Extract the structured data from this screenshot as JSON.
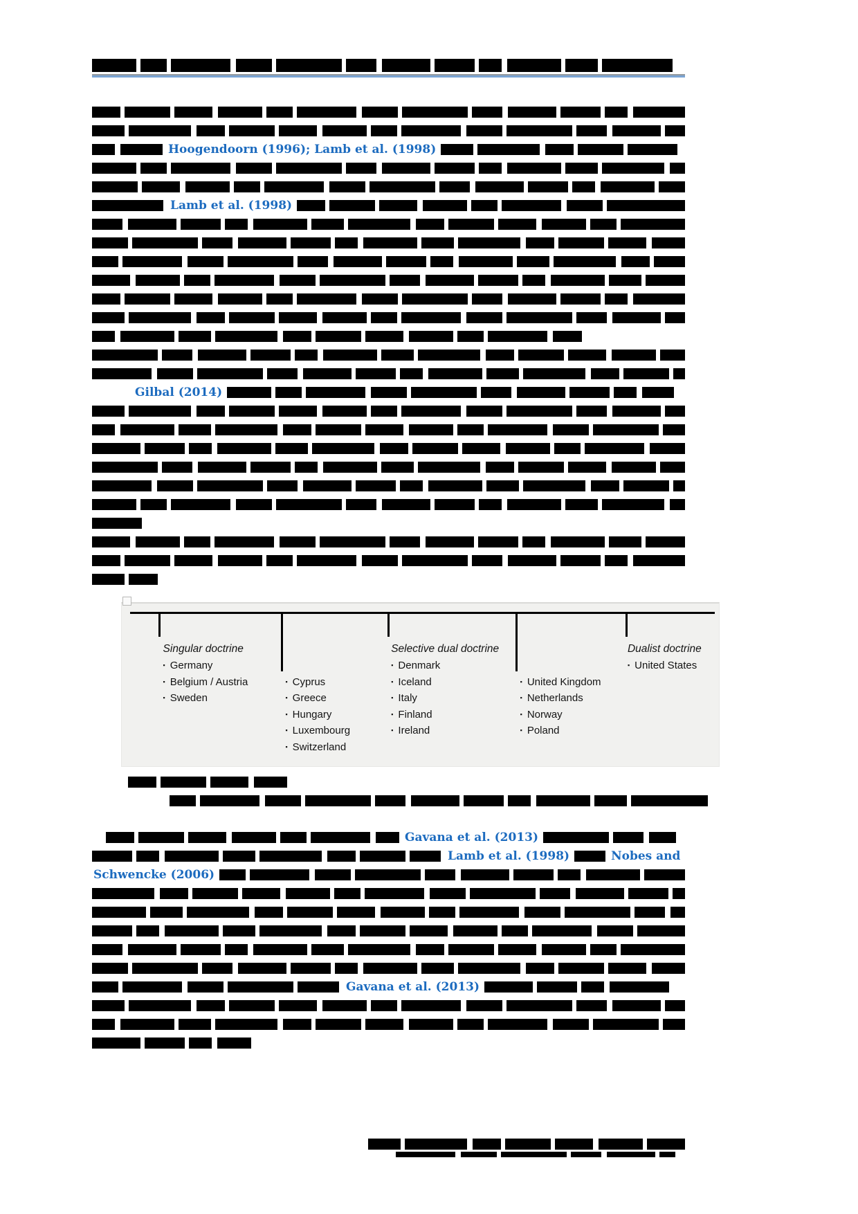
{
  "colors": {
    "citation_blue": "#1c6bbf",
    "header_rule_gray": "#949a9f",
    "header_rule_blue": "#7aa4d4",
    "figure_background": "#f1f1ef",
    "redaction_black": "#000000"
  },
  "citations": {
    "hoogendoorn_lamb": "Hoogendoorn (1996); Lamb et al. (1998)",
    "lamb1998": "Lamb et al. (1998)",
    "gilbal2014": "Gilbal (2014)",
    "gavana2013": "Gavana et al. (2013)",
    "lamb1998b": "Lamb et al. (1998)",
    "nobes_and": "Nobes and",
    "schwencke2006": "Schwencke (2006)",
    "gavana2013b": "Gavana et al. (2013)"
  },
  "figure": {
    "type": "doctrine-spectrum-diagram",
    "bullet": "▪",
    "ticks": [
      {
        "x_pct": 6.1,
        "len": "short"
      },
      {
        "x_pct": 26.6,
        "len": "long"
      },
      {
        "x_pct": 44.5,
        "len": "short"
      },
      {
        "x_pct": 65.9,
        "len": "long"
      },
      {
        "x_pct": 84.4,
        "len": "short"
      }
    ],
    "columns": [
      {
        "label": "Singular doctrine",
        "x_pct": 6.9,
        "start_row": 0,
        "items": [
          "Germany",
          "Belgium / Austria",
          "Sweden"
        ]
      },
      {
        "label": "",
        "x_pct": 27.4,
        "start_row": 1,
        "items": [
          "Cyprus",
          "Greece",
          "Hungary",
          "Luxembourg",
          "Switzerland"
        ]
      },
      {
        "label": "Selective dual doctrine",
        "x_pct": 45.1,
        "start_row": 0,
        "items": [
          "Denmark",
          "Iceland",
          "Italy",
          "Finland",
          "Ireland"
        ]
      },
      {
        "label": "",
        "x_pct": 66.7,
        "start_row": 1,
        "items": [
          "United Kingdom",
          "Netherlands",
          "Norway",
          "Poland"
        ]
      },
      {
        "label": "Dualist doctrine",
        "x_pct": 84.7,
        "start_row": 0,
        "items": [
          "United States"
        ]
      }
    ]
  },
  "redaction": {
    "title": {
      "lines": [
        [
          {
            "f": 833
          }
        ]
      ]
    },
    "p1": {
      "lines": [
        [
          {
            "f": 852
          }
        ],
        [
          {
            "f": 852
          }
        ]
      ]
    },
    "p2": {
      "lines": [
        [
          {
            "f": 100
          },
          {
            "c": "hoogendoorn_lamb"
          },
          {
            "f": 340
          }
        ],
        [
          {
            "f": 852
          }
        ],
        [
          {
            "f": 852
          }
        ]
      ]
    },
    "p3": {
      "lines": [
        [
          {
            "f": 103
          },
          {
            "c": "lamb1998"
          },
          {
            "f": 560
          }
        ],
        [
          {
            "f": 852
          }
        ],
        [
          {
            "f": 852
          }
        ],
        [
          {
            "f": 852
          }
        ],
        [
          {
            "f": 852
          }
        ],
        [
          {
            "f": 852
          }
        ],
        [
          {
            "f": 852
          }
        ],
        [
          {
            "f": 700
          }
        ]
      ]
    },
    "p4": {
      "lines": [
        [
          {
            "f": 852
          }
        ],
        [
          {
            "f": 852
          }
        ]
      ]
    },
    "p5": {
      "lines": [
        [
          {
            "g": 60
          },
          {
            "c": "gilbal2014"
          },
          {
            "f": 640
          }
        ],
        [
          {
            "f": 852
          }
        ],
        [
          {
            "f": 852
          }
        ],
        [
          {
            "f": 852
          }
        ],
        [
          {
            "f": 852
          }
        ],
        [
          {
            "f": 852
          }
        ],
        [
          {
            "f": 852
          }
        ],
        [
          {
            "f": 72
          }
        ]
      ]
    },
    "p6": {
      "lines": [
        [
          {
            "f": 852
          }
        ],
        [
          {
            "f": 852
          }
        ],
        [
          {
            "f": 95
          }
        ]
      ]
    },
    "source": {
      "lines": [
        [
          {
            "f": 228
          }
        ]
      ]
    },
    "caption": {
      "lines": [
        [
          {
            "f": 772
          }
        ]
      ]
    },
    "p7": {
      "lines": [
        [
          {
            "g": 20
          },
          {
            "f": 420
          },
          {
            "c": "gavana2013"
          },
          {
            "f": 190
          }
        ],
        [
          {
            "f": 500
          },
          {
            "c": "lamb1998b"
          },
          {
            "f": 45
          },
          {
            "c": "nobes_and"
          }
        ],
        [
          {
            "c": "schwencke2006"
          },
          {
            "f": 670
          }
        ],
        [
          {
            "f": 852
          }
        ],
        [
          {
            "f": 852
          }
        ],
        [
          {
            "f": 852
          }
        ],
        [
          {
            "f": 852
          }
        ],
        [
          {
            "f": 852
          }
        ],
        [
          {
            "f": 355
          },
          {
            "c": "gavana2013b"
          },
          {
            "f": 265
          }
        ],
        [
          {
            "f": 852
          }
        ],
        [
          {
            "f": 852
          }
        ],
        [
          {
            "f": 228
          }
        ]
      ]
    },
    "footer": {
      "lines": [
        [
          {
            "f": 458
          }
        ],
        [
          {
            "g": 40
          },
          {
            "f": 400
          }
        ]
      ]
    }
  }
}
